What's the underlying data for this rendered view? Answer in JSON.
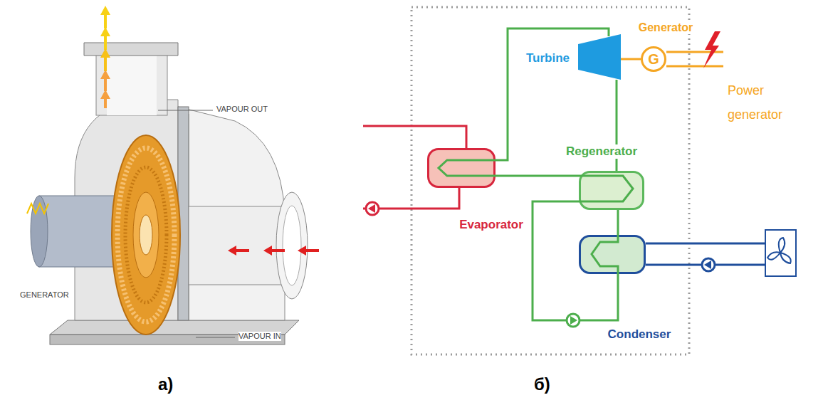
{
  "diagram": {
    "nodes": [
      {
        "text": [
          "Evaporator"
        ]
      },
      {
        "text": [
          "Turbine"
        ]
      },
      {
        "text": [
          "Generator",
          "G"
        ]
      },
      {
        "text": [
          "Regenerator"
        ]
      },
      {
        "text": [
          "Condenser"
        ]
      }
    ],
    "edges": [
      {
        "from": 0,
        "to": 1,
        "arrow": "none"
      },
      {
        "from": 1,
        "to": 2,
        "arrow": "none"
      },
      {
        "from": 1,
        "to": 3,
        "arrow": "none"
      },
      {
        "from": 3,
        "to": 4,
        "arrow": "none"
      },
      {
        "from": 4,
        "to": 3,
        "arrow": "none"
      },
      {
        "from": 3,
        "to": 0,
        "arrow": "none"
      }
    ],
    "labels": [
      "VAPOUR OUT",
      "GENERATOR",
      "VAPOUR IN",
      "Power generator",
      "а)",
      "б)"
    ]
  }
}
